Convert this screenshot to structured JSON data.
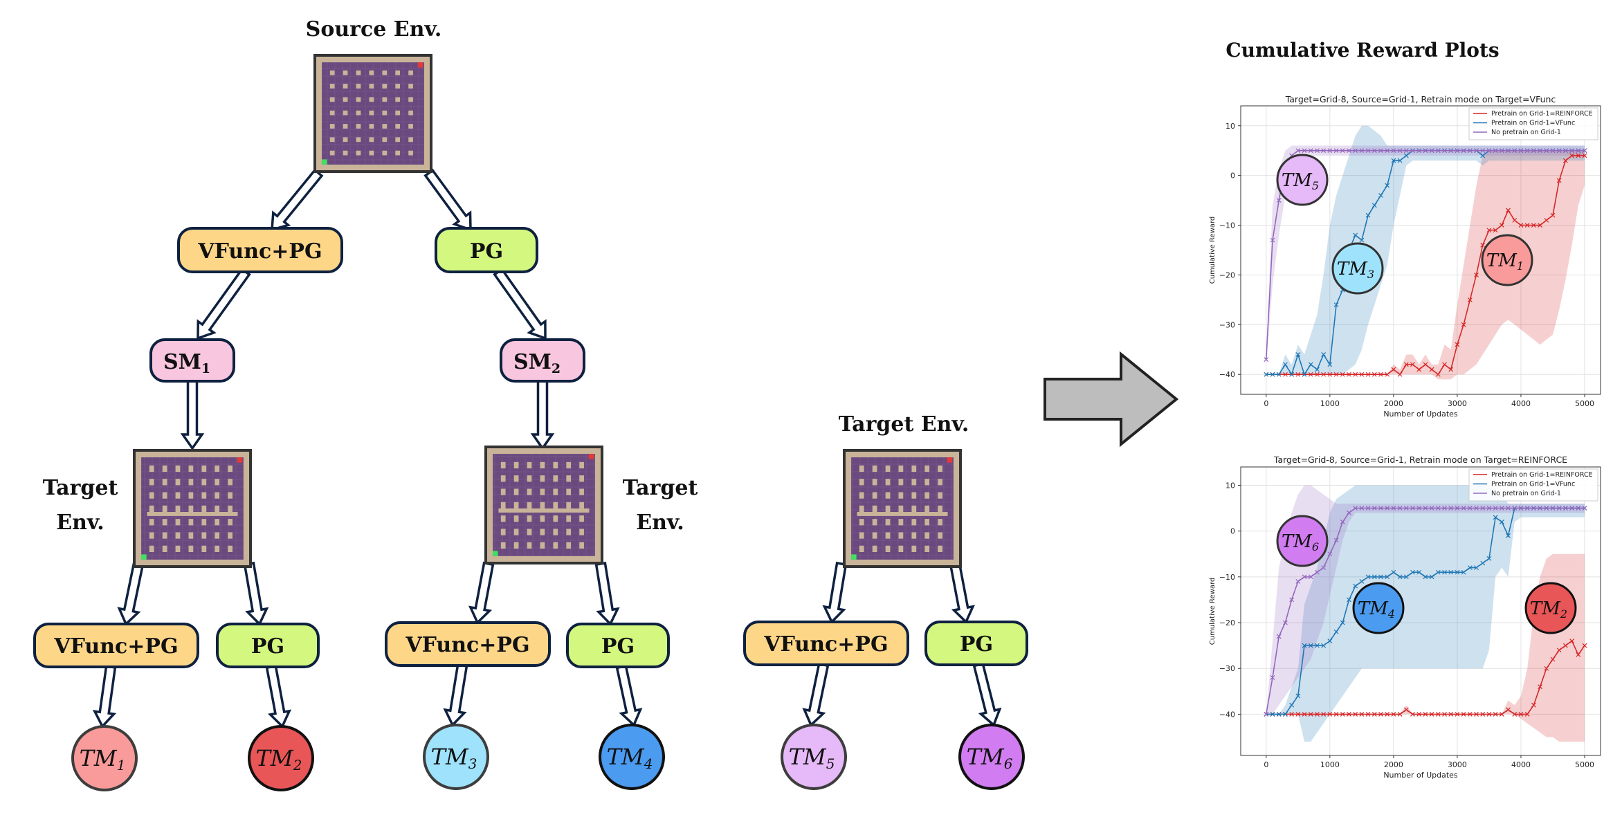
{
  "diagram": {
    "source_env_label": "Source Env.",
    "target_env_label_1_line1": "Target",
    "target_env_label_1_line2": "Env.",
    "target_env_label_2_line1": "Target",
    "target_env_label_2_line2": "Env.",
    "target_env_label_3": "Target Env.",
    "vfunc_pg_label": "VFunc+PG",
    "pg_label": "PG",
    "sm1_label": "SM",
    "sm1_sub": "1",
    "sm2_label": "SM",
    "sm2_sub": "2",
    "tm_label": "TM",
    "tm_subs": [
      "1",
      "2",
      "3",
      "4",
      "5",
      "6"
    ],
    "plots_title": "Cumulative Reward Plots"
  },
  "colors": {
    "vfunc_pg": "#fdd688",
    "pg": "#d4f77f",
    "sm": "#f8c6de",
    "tm1": "#f99b9a",
    "tm2": "#e85657",
    "tm3": "#9fe2fb",
    "tm4": "#4b9bf0",
    "tm5": "#e6b9f8",
    "tm6": "#d17df1",
    "env_fill": "#6a4a7e",
    "red": "#d62728",
    "blue": "#1f77b4",
    "purple": "#9467bd"
  },
  "chart_data": [
    {
      "type": "line",
      "title": "Target=Grid-8, Source=Grid-1, Retrain mode on Target=VFunc",
      "xlabel": "Number of Updates",
      "ylabel": "Cumulative Reward",
      "xlim": [
        -400,
        5250
      ],
      "ylim": [
        -44,
        14
      ],
      "xticks": [
        0,
        1000,
        2000,
        3000,
        4000,
        5000
      ],
      "yticks": [
        10,
        0,
        -10,
        -20,
        -30,
        -40
      ],
      "grid": true,
      "legend_position": "top-right",
      "x": [
        0,
        100,
        200,
        300,
        400,
        500,
        600,
        700,
        800,
        900,
        1000,
        1100,
        1200,
        1300,
        1400,
        1500,
        1600,
        1700,
        1800,
        1900,
        2000,
        2100,
        2200,
        2300,
        2400,
        2500,
        2600,
        2700,
        2800,
        2900,
        3000,
        3100,
        3200,
        3300,
        3400,
        3500,
        3600,
        3700,
        3800,
        3900,
        4000,
        4100,
        4200,
        4300,
        4400,
        4500,
        4600,
        4700,
        4800,
        4900,
        5000
      ],
      "series": [
        {
          "name": "Pretrain on Grid-1=REINFORCE",
          "color": "#d62728",
          "values": [
            -40,
            -40,
            -40,
            -40,
            -40,
            -40,
            -40,
            -40,
            -40,
            -40,
            -40,
            -40,
            -40,
            -40,
            -40,
            -40,
            -40,
            -40,
            -40,
            -40,
            -39,
            -40,
            -38,
            -38,
            -39,
            -38,
            -39,
            -40,
            -38,
            -39,
            -34,
            -30,
            -25,
            -20,
            -14,
            -11,
            -11,
            -10,
            -7,
            -9,
            -10,
            -10,
            -10,
            -10,
            -9,
            -8,
            -1,
            3,
            4,
            4,
            4
          ],
          "band_low": [
            -40,
            -40,
            -40,
            -40,
            -40,
            -40,
            -40,
            -40,
            -40,
            -40,
            -40,
            -40,
            -40,
            -40,
            -40,
            -40,
            -40,
            -40,
            -40,
            -40,
            -40,
            -40,
            -40,
            -40,
            -40,
            -40,
            -40,
            -41,
            -41,
            -41,
            -40,
            -40,
            -39,
            -38,
            -36,
            -34,
            -32,
            -30,
            -29,
            -30,
            -31,
            -32,
            -33,
            -34,
            -33,
            -32,
            -27,
            -21,
            -14,
            -6,
            -2
          ],
          "band_high": [
            -40,
            -40,
            -40,
            -40,
            -40,
            -40,
            -40,
            -40,
            -40,
            -40,
            -40,
            -40,
            -40,
            -40,
            -40,
            -40,
            -40,
            -40,
            -40,
            -40,
            -38,
            -39,
            -36,
            -36,
            -38,
            -36,
            -38,
            -38,
            -34,
            -35,
            -26,
            -18,
            -10,
            -2,
            4,
            5,
            5,
            5,
            5,
            5,
            5,
            5,
            5,
            5,
            5,
            5,
            5,
            5,
            5,
            5,
            5
          ]
        },
        {
          "name": "Pretrain on Grid-1=VFunc",
          "color": "#1f77b4",
          "values": [
            -40,
            -40,
            -40,
            -38,
            -40,
            -36,
            -40,
            -38,
            -39,
            -36,
            -38,
            -26,
            -23,
            -15,
            -12,
            -13,
            -8,
            -6,
            -4,
            -2,
            3,
            3,
            4,
            5,
            5,
            5,
            5,
            5,
            5,
            5,
            5,
            5,
            5,
            5,
            4,
            5,
            5,
            5,
            5,
            5,
            5,
            5,
            5,
            5,
            5,
            5,
            5,
            5,
            5,
            5,
            5
          ],
          "band_low": [
            -40,
            -40,
            -40,
            -40,
            -40,
            -40,
            -40,
            -40,
            -40,
            -40,
            -40,
            -40,
            -40,
            -39,
            -38,
            -35,
            -30,
            -26,
            -22,
            -18,
            -10,
            -4,
            2,
            3,
            3,
            3,
            3,
            3,
            3,
            3,
            3,
            3,
            3,
            3,
            2,
            3,
            3,
            3,
            3,
            3,
            3,
            3,
            3,
            3,
            3,
            3,
            3,
            3,
            3,
            3,
            3
          ],
          "band_high": [
            -40,
            -40,
            -40,
            -36,
            -38,
            -34,
            -36,
            -32,
            -28,
            -20,
            -10,
            -4,
            0,
            4,
            8,
            10,
            10,
            9,
            8,
            6,
            6,
            6,
            6,
            6,
            6,
            6,
            6,
            6,
            6,
            6,
            6,
            6,
            6,
            6,
            6,
            6,
            6,
            6,
            6,
            6,
            6,
            6,
            6,
            6,
            6,
            6,
            6,
            6,
            6,
            6,
            6
          ]
        },
        {
          "name": "No pretrain on Grid-1",
          "color": "#9467bd",
          "values": [
            -37,
            -13,
            -5,
            2,
            4,
            5,
            5,
            5,
            5,
            5,
            5,
            5,
            5,
            5,
            5,
            5,
            5,
            5,
            5,
            5,
            5,
            5,
            5,
            5,
            5,
            5,
            5,
            5,
            5,
            5,
            5,
            5,
            5,
            5,
            5,
            5,
            5,
            5,
            5,
            5,
            5,
            5,
            5,
            5,
            5,
            5,
            5,
            5,
            5,
            5,
            5
          ],
          "band_low": [
            -38,
            -22,
            -12,
            -4,
            1,
            3,
            4,
            4,
            4,
            4,
            4,
            4,
            4,
            4,
            4,
            4,
            4,
            4,
            4,
            4,
            4,
            4,
            4,
            4,
            4,
            4,
            4,
            4,
            4,
            4,
            4,
            4,
            4,
            4,
            4,
            4,
            4,
            4,
            4,
            4,
            4,
            4,
            4,
            4,
            4,
            4,
            4,
            4,
            4,
            4,
            4
          ],
          "band_high": [
            -36,
            -6,
            1,
            5,
            6,
            6,
            6,
            6,
            6,
            6,
            6,
            6,
            6,
            6,
            6,
            6,
            6,
            6,
            6,
            6,
            6,
            6,
            6,
            6,
            6,
            6,
            6,
            6,
            6,
            6,
            6,
            6,
            6,
            6,
            6,
            6,
            6,
            6,
            6,
            6,
            6,
            6,
            6,
            6,
            6,
            6,
            6,
            6,
            6,
            6,
            6
          ]
        }
      ]
    },
    {
      "type": "line",
      "title": "Target=Grid-8, Source=Grid-1, Retrain mode on Target=REINFORCE",
      "xlabel": "Number of Updates",
      "ylabel": "Cumulative Reward",
      "xlim": [
        -400,
        5250
      ],
      "ylim": [
        -49,
        14
      ],
      "xticks": [
        0,
        1000,
        2000,
        3000,
        4000,
        5000
      ],
      "yticks": [
        10,
        0,
        -10,
        -20,
        -30,
        -40
      ],
      "grid": true,
      "legend_position": "top-right",
      "x": [
        0,
        100,
        200,
        300,
        400,
        500,
        600,
        700,
        800,
        900,
        1000,
        1100,
        1200,
        1300,
        1400,
        1500,
        1600,
        1700,
        1800,
        1900,
        2000,
        2100,
        2200,
        2300,
        2400,
        2500,
        2600,
        2700,
        2800,
        2900,
        3000,
        3100,
        3200,
        3300,
        3400,
        3500,
        3600,
        3700,
        3800,
        3900,
        4000,
        4100,
        4200,
        4300,
        4400,
        4500,
        4600,
        4700,
        4800,
        4900,
        5000
      ],
      "series": [
        {
          "name": "Pretrain on Grid-1=REINFORCE",
          "color": "#d62728",
          "values": [
            -40,
            -40,
            -40,
            -40,
            -40,
            -40,
            -40,
            -40,
            -40,
            -40,
            -40,
            -40,
            -40,
            -40,
            -40,
            -40,
            -40,
            -40,
            -40,
            -40,
            -40,
            -40,
            -39,
            -40,
            -40,
            -40,
            -40,
            -40,
            -40,
            -40,
            -40,
            -40,
            -40,
            -40,
            -40,
            -40,
            -40,
            -40,
            -39,
            -40,
            -40,
            -40,
            -38,
            -34,
            -30,
            -28,
            -26,
            -25,
            -24,
            -27,
            -25
          ],
          "band_low": [
            -40,
            -40,
            -40,
            -40,
            -40,
            -40,
            -40,
            -40,
            -40,
            -40,
            -40,
            -40,
            -40,
            -40,
            -40,
            -40,
            -40,
            -40,
            -40,
            -40,
            -40,
            -40,
            -40,
            -40,
            -40,
            -40,
            -40,
            -40,
            -40,
            -40,
            -40,
            -40,
            -40,
            -40,
            -40,
            -40,
            -40,
            -40,
            -40,
            -40,
            -41,
            -42,
            -43,
            -44,
            -45,
            -45,
            -46,
            -46,
            -46,
            -46,
            -46
          ],
          "band_high": [
            -40,
            -40,
            -40,
            -40,
            -40,
            -40,
            -40,
            -40,
            -40,
            -40,
            -40,
            -40,
            -40,
            -40,
            -40,
            -40,
            -40,
            -40,
            -40,
            -40,
            -40,
            -40,
            -38,
            -40,
            -40,
            -40,
            -40,
            -40,
            -40,
            -40,
            -40,
            -40,
            -40,
            -40,
            -40,
            -40,
            -40,
            -40,
            -37,
            -38,
            -36,
            -30,
            -18,
            -10,
            -6,
            -5,
            -5,
            -5,
            -5,
            -5,
            -5
          ]
        },
        {
          "name": "Pretrain on Grid-1=VFunc",
          "color": "#1f77b4",
          "values": [
            -40,
            -40,
            -40,
            -40,
            -38,
            -36,
            -25,
            -25,
            -25,
            -25,
            -24,
            -22,
            -20,
            -15,
            -12,
            -11,
            -10,
            -10,
            -10,
            -10,
            -9,
            -10,
            -10,
            -9,
            -9,
            -10,
            -10,
            -9,
            -9,
            -9,
            -9,
            -9,
            -8,
            -8,
            -7,
            -6,
            3,
            2,
            -1,
            5,
            5,
            5,
            5,
            5,
            5,
            5,
            5,
            5,
            5,
            5,
            5
          ],
          "band_low": [
            -40,
            -40,
            -40,
            -40,
            -40,
            -40,
            -46,
            -46,
            -44,
            -42,
            -40,
            -38,
            -36,
            -34,
            -32,
            -30,
            -30,
            -30,
            -30,
            -30,
            -30,
            -30,
            -30,
            -30,
            -30,
            -30,
            -30,
            -30,
            -30,
            -30,
            -30,
            -30,
            -30,
            -30,
            -30,
            -26,
            -10,
            -8,
            -10,
            2,
            3,
            3,
            3,
            3,
            3,
            3,
            3,
            3,
            3,
            3,
            3
          ],
          "band_high": [
            -40,
            -40,
            -40,
            -38,
            -34,
            -30,
            -16,
            -12,
            -8,
            -2,
            4,
            7,
            8,
            9,
            10,
            10,
            10,
            10,
            10,
            10,
            10,
            10,
            10,
            10,
            10,
            10,
            10,
            10,
            10,
            10,
            10,
            10,
            10,
            10,
            10,
            10,
            8,
            8,
            6,
            6,
            6,
            6,
            6,
            6,
            6,
            6,
            6,
            6,
            6,
            6,
            6
          ]
        },
        {
          "name": "No pretrain on Grid-1",
          "color": "#9467bd",
          "values": [
            -40,
            -32,
            -23,
            -20,
            -15,
            -11,
            -10,
            -10,
            -9,
            -8,
            -5,
            -2,
            2,
            4,
            5,
            5,
            5,
            5,
            5,
            5,
            5,
            5,
            5,
            5,
            5,
            5,
            5,
            5,
            5,
            5,
            5,
            5,
            5,
            5,
            5,
            5,
            5,
            5,
            5,
            5,
            5,
            5,
            5,
            5,
            5,
            5,
            5,
            5,
            5,
            5,
            5
          ],
          "band_low": [
            -40,
            -40,
            -38,
            -36,
            -34,
            -32,
            -30,
            -28,
            -24,
            -20,
            -14,
            -8,
            -2,
            2,
            4,
            4,
            4,
            4,
            4,
            4,
            4,
            4,
            4,
            4,
            4,
            4,
            4,
            4,
            4,
            4,
            4,
            4,
            4,
            4,
            4,
            4,
            4,
            4,
            4,
            4,
            4,
            4,
            4,
            4,
            4,
            4,
            4,
            4,
            4,
            4,
            4
          ],
          "band_high": [
            -40,
            -24,
            -8,
            -2,
            4,
            8,
            10,
            10,
            9,
            8,
            7,
            6,
            6,
            6,
            6,
            6,
            6,
            6,
            6,
            6,
            6,
            6,
            6,
            6,
            6,
            6,
            6,
            6,
            6,
            6,
            6,
            6,
            6,
            6,
            6,
            6,
            6,
            6,
            6,
            6,
            6,
            6,
            6,
            6,
            6,
            6,
            6,
            6,
            6,
            6,
            6
          ]
        }
      ]
    }
  ]
}
